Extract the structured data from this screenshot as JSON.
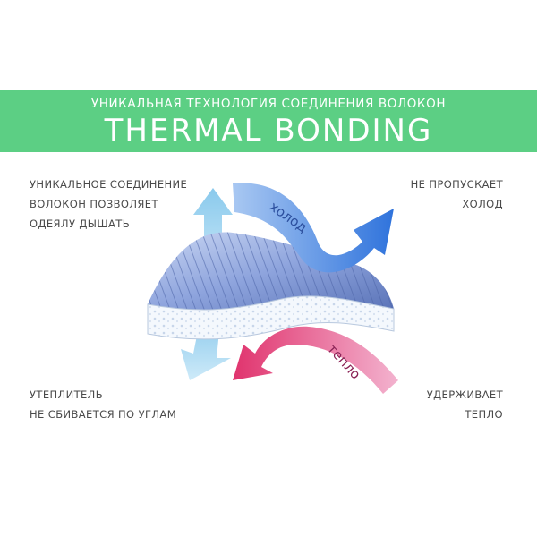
{
  "banner": {
    "subtitle": "УНИКАЛЬНАЯ ТЕХНОЛОГИЯ СОЕДИНЕНИЯ ВОЛОКОН",
    "title": "THERMAL BONDING",
    "color": "#5ccf84"
  },
  "captions": {
    "top_left": [
      "УНИКАЛЬНОЕ СОЕДИНЕНИЕ",
      "ВОЛОКОН ПОЗВОЛЯЕТ",
      "ОДЕЯЛУ ДЫШАТЬ"
    ],
    "top_right": [
      "НЕ ПРОПУСКАЕТ",
      "ХОЛОД"
    ],
    "bottom_left": [
      "УТЕПЛИТЕЛЬ",
      "НЕ СБИВАЕТСЯ ПО УГЛАМ"
    ],
    "bottom_right": [
      "УДЕРЖИВАЕТ",
      "ТЕПЛО"
    ]
  },
  "diagram": {
    "cold_label": "холод",
    "warm_label": "тепло",
    "cold_color": "#3b7fe0",
    "warm_color": "#e24d7e",
    "air_color": "#9fd3ef",
    "fabric_color": "#6f8ac8"
  }
}
